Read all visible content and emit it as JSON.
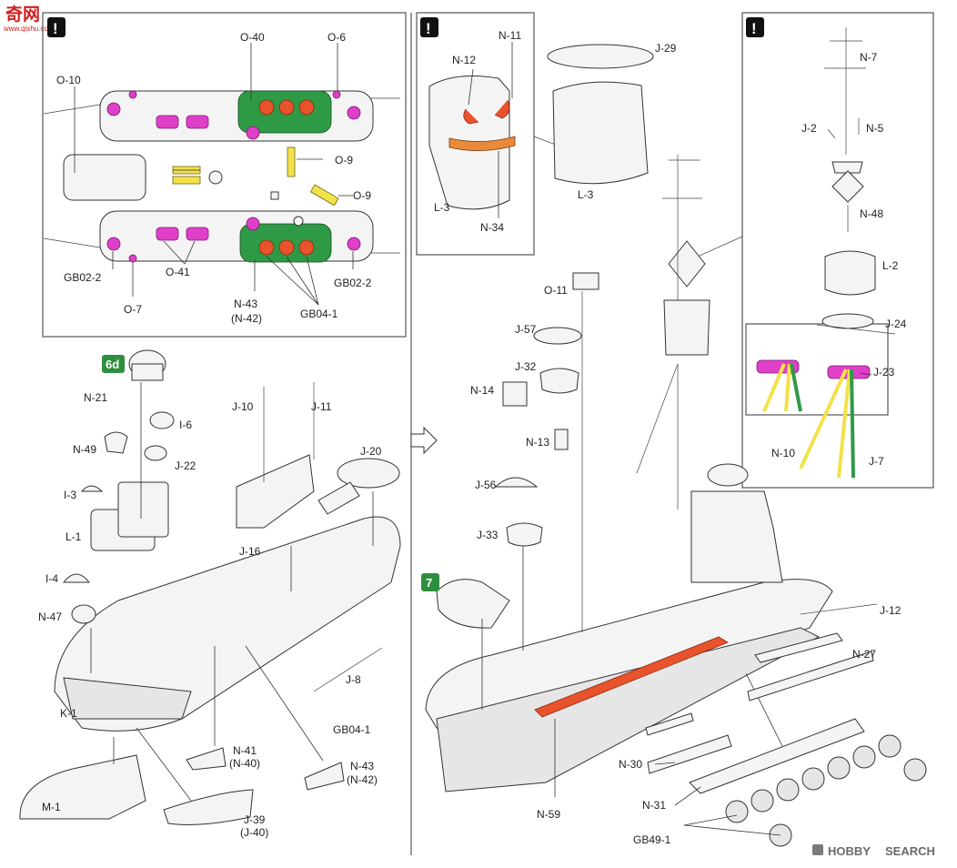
{
  "watermark": {
    "logo_text": "奇网",
    "url": "www.qishu.com"
  },
  "footer": {
    "logo_hobby": "HOBBY",
    "logo_search": "SEARCH"
  },
  "badges": {
    "warning": "!",
    "step_6d": "6d",
    "step_7": "7"
  },
  "colors": {
    "pink": "#e040c8",
    "red": "#e8532c",
    "yellow": "#f2e24a",
    "green": "#2f9a46",
    "orange": "#e88a3a",
    "step_badge": "#2f8f3f"
  },
  "labels": {
    "o40": "O-40",
    "o6": "O-6",
    "o10": "O-10",
    "o9a": "O-9",
    "o9b": "O-9",
    "gb02_2a": "GB02-2",
    "gb02_2b": "GB02-2",
    "o41": "O-41",
    "o7": "O-7",
    "n43": "N-43",
    "n42": "(N-42)",
    "gb04_1": "GB04-1",
    "n21": "N-21",
    "i6": "I-6",
    "n49": "N-49",
    "j22": "J-22",
    "i3": "I-3",
    "l1": "L-1",
    "i4": "I-4",
    "n47": "N-47",
    "k1": "K-1",
    "m1": "M-1",
    "j10": "J-10",
    "j11": "J-11",
    "j20": "J-20",
    "j16": "J-16",
    "j8": "J-8",
    "gb04_1b": "GB04-1",
    "n41": "N-41",
    "n40": "(N-40)",
    "n43b": "N-43",
    "n42b": "(N-42)",
    "j39": "J-39",
    "j40": "(J-40)",
    "n11": "N-11",
    "n12": "N-12",
    "l3a": "L-3",
    "n34": "N-34",
    "j29": "J-29",
    "l3b": "L-3",
    "o11": "O-11",
    "j57": "J-57",
    "j32": "J-32",
    "n14": "N-14",
    "n13": "N-13",
    "j56": "J-56",
    "j33": "J-33",
    "n7": "N-7",
    "j2": "J-2",
    "n5": "N-5",
    "n48": "N-48",
    "l2": "L-2",
    "j24": "J-24",
    "j23": "J-23",
    "n10": "N-10",
    "j7": "J-7",
    "j12": "J-12",
    "n27": "N-27",
    "n30": "N-30",
    "n59": "N-59",
    "n31": "N-31",
    "gb49_1": "GB49-1"
  }
}
